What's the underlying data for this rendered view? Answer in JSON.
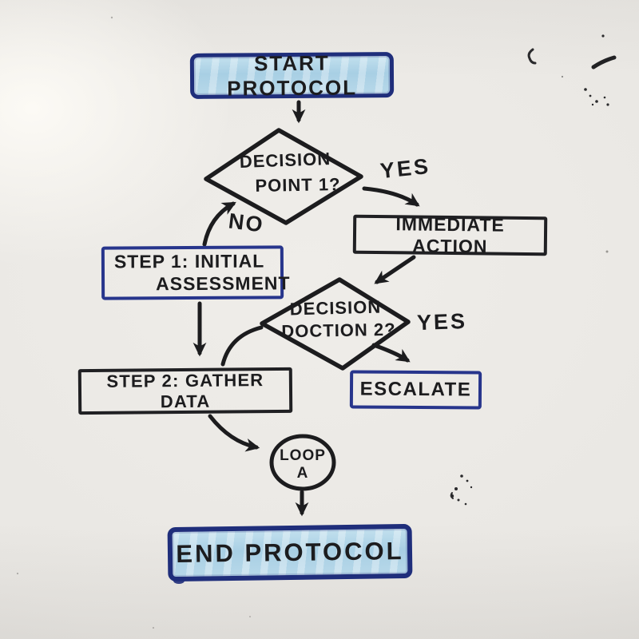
{
  "board": {
    "kind": "hand-drawn whiteboard flowchart"
  },
  "colors": {
    "marker_black": "#1c1c1e",
    "marker_blue": "#1f2e7b",
    "highlight_blue": "#aed3e6",
    "whiteboard": "#e9e7e3"
  },
  "nodes": {
    "start": {
      "label": "START PROTOCOL",
      "type": "terminal"
    },
    "decision1": {
      "line1": "DECISION",
      "line2": "POINT 1?",
      "type": "decision"
    },
    "immediate_action": {
      "label": "IMMEDIATE ACTION",
      "type": "process"
    },
    "step1": {
      "line1": "STEP 1: INITIAL",
      "line2": "ASSESSMENT",
      "type": "process"
    },
    "decision2": {
      "line1": "DECISION",
      "line2": "DOCTION 2?",
      "type": "decision"
    },
    "escalate": {
      "label": "ESCALATE",
      "type": "process"
    },
    "step2": {
      "label": "STEP 2: GATHER DATA",
      "type": "process"
    },
    "loop": {
      "line1": "LOOP",
      "line2": "A",
      "type": "connector"
    },
    "end": {
      "label": "END PROTOCOL",
      "type": "terminal"
    }
  },
  "edge_labels": {
    "decision1_yes": "YES",
    "decision1_no": "NO",
    "decision2_yes": "YES"
  },
  "edges": [
    {
      "from": "start",
      "to": "decision1",
      "label": ""
    },
    {
      "from": "decision1",
      "to": "immediate_action",
      "label": "YES"
    },
    {
      "from": "step1",
      "to": "decision1",
      "label": "NO"
    },
    {
      "from": "immediate_action",
      "to": "decision2",
      "label": ""
    },
    {
      "from": "decision2",
      "to": "escalate",
      "label": "YES"
    },
    {
      "from": "decision2",
      "to": "step2",
      "label": ""
    },
    {
      "from": "step1",
      "to": "step2",
      "label": ""
    },
    {
      "from": "step2",
      "to": "loop",
      "label": ""
    },
    {
      "from": "loop",
      "to": "end",
      "label": ""
    }
  ]
}
